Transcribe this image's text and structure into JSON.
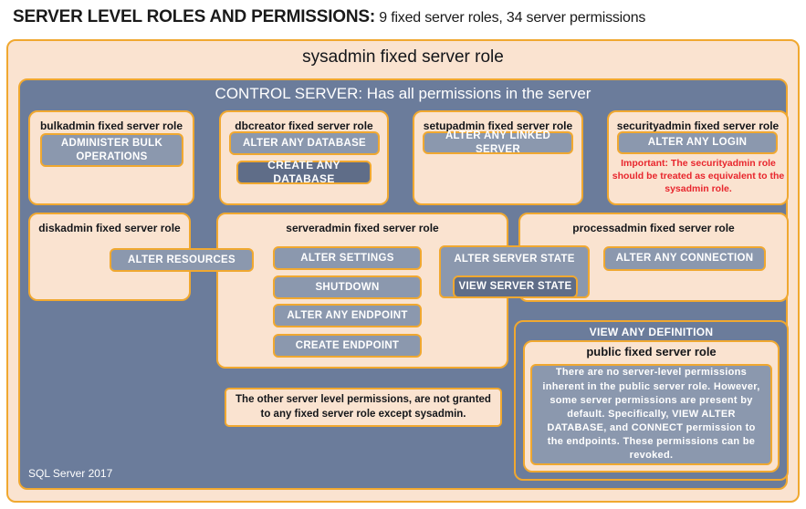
{
  "title": {
    "strong": "SERVER LEVEL ROLES AND PERMISSIONS:",
    "sub": " 9 fixed server roles, 34 server permissions"
  },
  "colors": {
    "cream": "#fae3d0",
    "border_orange": "#f0a830",
    "slate_panel": "#6b7c9b",
    "permission_pill": "#8b98ae",
    "permission_pill_dark": "#5f6d88",
    "warning_red": "#e8262d",
    "text_dark": "#14161a"
  },
  "outer": {
    "sysadmin_label": "sysadmin fixed server role",
    "control_server_label": "CONTROL SERVER: Has all permissions in the server"
  },
  "roles": {
    "bulkadmin": {
      "title": "bulkadmin fixed server role",
      "permissions": [
        "ADMINISTER  BULK OPERATIONS"
      ]
    },
    "dbcreator": {
      "title": "dbcreator fixed server role",
      "permissions": [
        "ALTER ANY DATABASE",
        "CREATE  ANY DATABASE"
      ]
    },
    "setupadmin": {
      "title": "setupadmin fixed server role",
      "permissions": [
        "ALTER ANY LINKED SERVER"
      ]
    },
    "securityadmin": {
      "title": "securityadmin fixed server role",
      "permissions": [
        "ALTER ANY LOGIN"
      ],
      "note": "Important:  The securityadmin role should  be treated as equivalent to the sysadmin role."
    },
    "diskadmin": {
      "title": "diskadmin fixed server role",
      "permissions": [
        "ALTER RESOURCES"
      ]
    },
    "serveradmin": {
      "title": "serveradmin fixed server role",
      "permissions": [
        "ALTER SETTINGS",
        "SHUTDOWN",
        "ALTER ANY ENDPOINT",
        "CREATE  ENDPOINT"
      ]
    },
    "processadmin": {
      "title": "processadmin fixed server role",
      "permissions": [
        "ALTER ANY CONNECTION"
      ]
    },
    "shared": {
      "alter_server_state": "ALTER SERVER  STATE",
      "view_server_state": "VIEW SERVER  STATE",
      "view_any_definition": "VIEW ANY DEFINITION"
    },
    "public": {
      "title": "public  fixed server role",
      "note": "There are no server-level permissions inherent in the public server role. However, some server permissions are present by default. Specifically, VIEW ALTER DATABASE, and CONNECT permission to the endpoints. These permissions can be revoked."
    }
  },
  "notes": {
    "other_permissions": "The other server level permissions,  are not granted to any fixed server role except sysadmin."
  },
  "footer": {
    "version": "SQL Server 2017"
  }
}
